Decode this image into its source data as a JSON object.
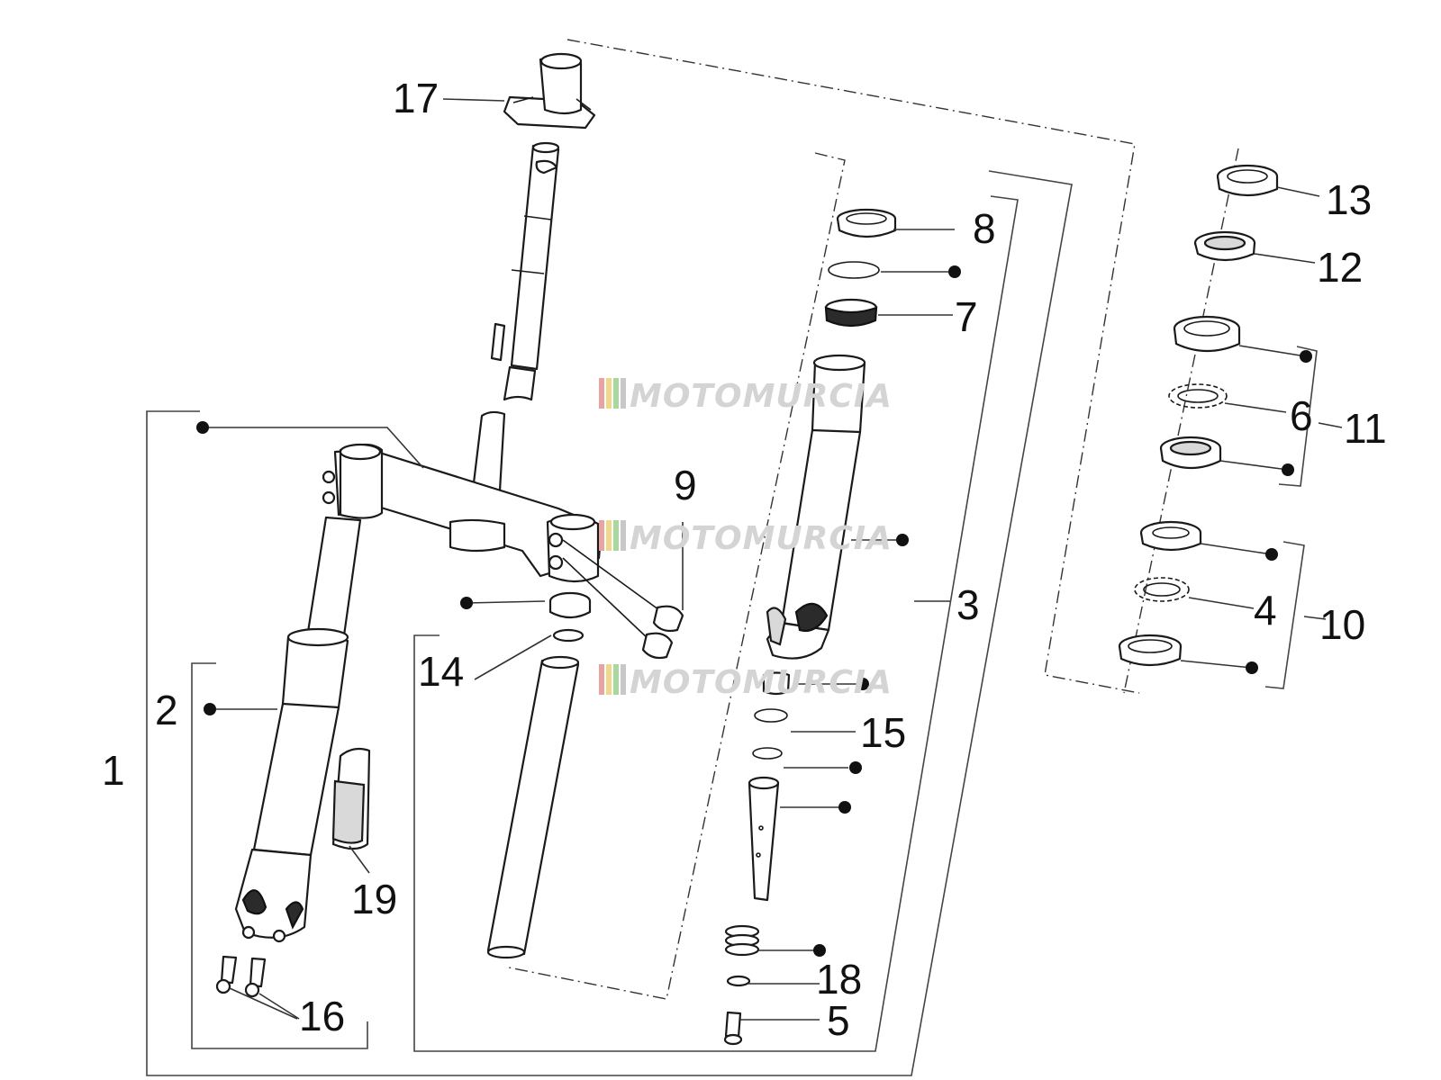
{
  "callouts": {
    "c1": "1",
    "c2": "2",
    "c3": "3",
    "c4": "4",
    "c5": "5",
    "c6": "6",
    "c7": "7",
    "c8": "8",
    "c9": "9",
    "c10": "10",
    "c11": "11",
    "c12": "12",
    "c13": "13",
    "c14": "14",
    "c15": "15",
    "c16": "16",
    "c17": "17",
    "c18": "18",
    "c19": "19"
  },
  "watermark": {
    "text": "MOTOMURCIA",
    "stripe_colors": [
      "#e8a3a3",
      "#f0d88a",
      "#a8d8a0",
      "#c8c8c8"
    ]
  },
  "colors": {
    "line": "#1a1a1a",
    "label": "#111111",
    "watermark_text": "#d4d4d4",
    "part_fill": "#ffffff"
  }
}
